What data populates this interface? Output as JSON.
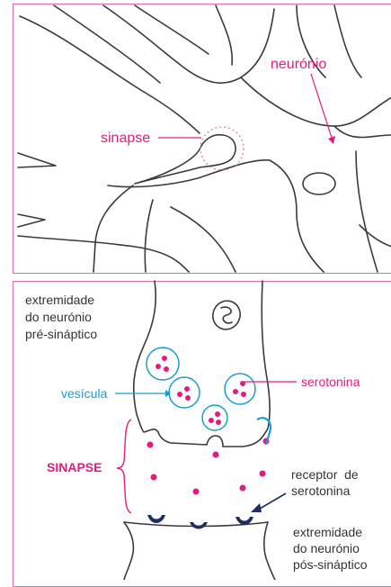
{
  "top_panel": {
    "label_neuron": "neurónio",
    "label_synapse": "sinapse"
  },
  "bottom_panel": {
    "label_presynaptic": [
      "extremidade",
      "do neurónio",
      "pré-sináptico"
    ],
    "label_vesicle": "vesícula",
    "label_serotonin": "serotonina",
    "label_synapse_caps": "SINAPSE",
    "label_receptor": [
      "receptor  de",
      "serotonina"
    ],
    "label_postsynaptic": [
      "extremidade",
      "do neurónio",
      "pós-sináptico"
    ]
  },
  "colors": {
    "accent_pink": "#e6197f",
    "frame_pink": "#e36ba8",
    "vesicle_blue": "#1b9bd2",
    "receptor_navy": "#1d2f5c",
    "outline": "#3a3a3a"
  }
}
